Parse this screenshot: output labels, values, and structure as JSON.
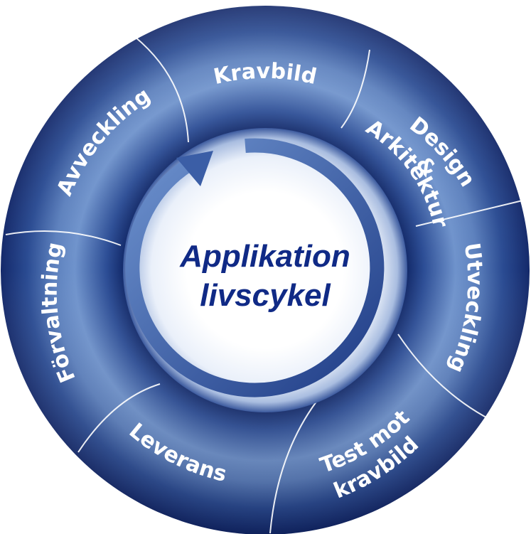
{
  "center": {
    "line1": "Applikation",
    "line2": "livscykel"
  },
  "segments": {
    "kravbild": "Kravbild",
    "design": "Design",
    "design_amp": "&",
    "arkitektur": "Arkitektur",
    "utveckling": "Utveckling",
    "test_line1": "Test mot",
    "test_line2": "kravbild",
    "leverans": "Leverans",
    "forvaltning": "Förvaltning",
    "avveckling": "Avveckling"
  },
  "colors": {
    "ring_light": "#7fa0d2",
    "ring_mid": "#3a5fa8",
    "ring_dark": "#142a6e",
    "divider": "#ffffff",
    "center_text": "#102a86",
    "label_text": "#ffffff"
  }
}
